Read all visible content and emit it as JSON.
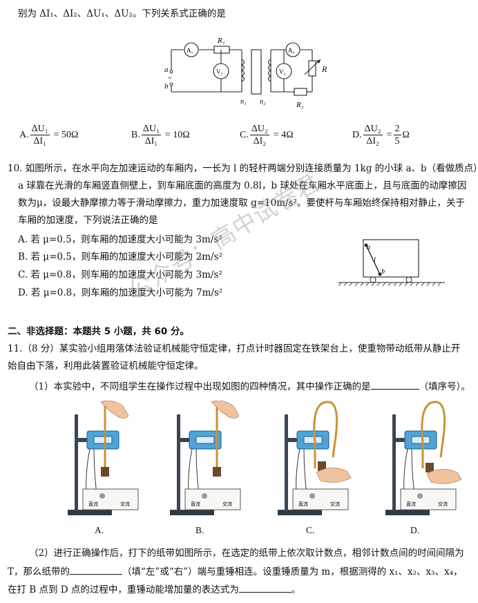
{
  "q9": {
    "intro": "别为 ΔI₁、ΔI₂、ΔU₁、ΔU₂。下列关系式正确的是",
    "circuit": {
      "a": "a",
      "b": "b",
      "tilde": "~",
      "a1": "A₁",
      "v1": "V₁",
      "r1": "R₁",
      "a2": "A₂",
      "v2": "V₂",
      "r": "R",
      "r2": "R₂",
      "n1": "n₁",
      "n2": "n₂"
    },
    "options": [
      {
        "letter": "A.",
        "num": "ΔU₁",
        "den": "ΔI₁",
        "rhs": "= 50Ω"
      },
      {
        "letter": "B.",
        "num": "ΔU₁",
        "den": "ΔI₁",
        "rhs": "= 10Ω"
      },
      {
        "letter": "C.",
        "num": "ΔU₂",
        "den": "ΔI₂",
        "rhs": "= 4Ω"
      },
      {
        "letter": "D.",
        "num": "ΔU₂",
        "den": "ΔI₂",
        "rhs": "=",
        "rhs_num": "2",
        "rhs_den": "5",
        "rhs_unit": "Ω"
      }
    ]
  },
  "q10": {
    "line1": "10. 如图所示，在水平向左加速运动的车厢内，一长为 l 的轻杆两端分别连接质量为 1kg 的小球 a、b（看做质点），",
    "line2": "a 球靠在光滑的车厢竖直侧壁上，到车厢底面的高度为 0.8l，b 球处在车厢水平底面上，且与底面的动摩擦因",
    "line3": "数为μ，设最大静摩擦力等于滑动摩擦力，重力加速度取 g=10m/s²。要使杆与车厢始终保持相对静止，关于",
    "line4": "车厢的加速度，下列说法正确的是",
    "options": [
      "A. 若 μ=0.5，则车厢的加速度大小可能为 3m/s²",
      "B. 若 μ=0.5，则车厢的加速度大小可能为 2m/s²",
      "C. 若 μ=0.8，则车厢的加速度大小可能为 3m/s²",
      "D. 若 μ=0.8，则车厢的加速度大小可能为 7m/s²"
    ],
    "fig": {
      "a": "a",
      "l": "l",
      "b": "b"
    }
  },
  "section2": "二、非选择题：本题共 5 小题，共 60 分。",
  "q11": {
    "line1": "11.（8 分）某实验小组用落体法验证机械能守恒定律，打点计时器固定在铁架台上，使重物带动纸带从静止开",
    "line2": "始自由下落，利用此装置验证机械能守恒定律。",
    "p1_pre": "（1）本实验中，不同组学生在操作过程中出现如图的四种情况，其中操作正确的是",
    "p1_post": "（填序号）。",
    "captions": [
      "A.",
      "B.",
      "C.",
      "D."
    ],
    "box_labels": [
      "直流",
      "交流"
    ],
    "p2_l1": "（2）进行正确操作后，打下的纸带如图所示，在选定的纸带上依次取计数点，相邻计数点间的时间间隔为",
    "p2_l2_pre": "T，那么纸带的",
    "p2_l2_post": "（填“左”或“右”）端与重锤相连。设重锤质量为 m，根据测得的 x₁、x₂、x₃、x₄，",
    "p2_l3_pre": "在打 B 点到 D 点的过程中，重锤动能增加量的表达式为",
    "p2_l3_post": "。"
  },
  "watermark": "公众号：高中试卷君"
}
